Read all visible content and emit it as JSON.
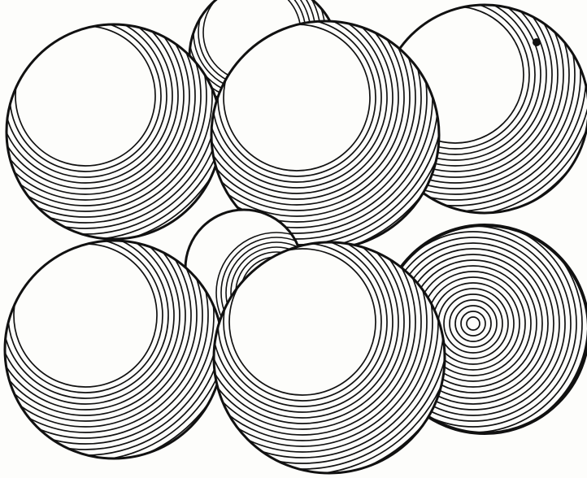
{
  "figure": {
    "subject": "sphere-packing-illustration",
    "sphere_count": 8,
    "ink_color": "#111111",
    "paper_color": "#fdfdfb",
    "shading": "concentric-ring-engraving"
  }
}
